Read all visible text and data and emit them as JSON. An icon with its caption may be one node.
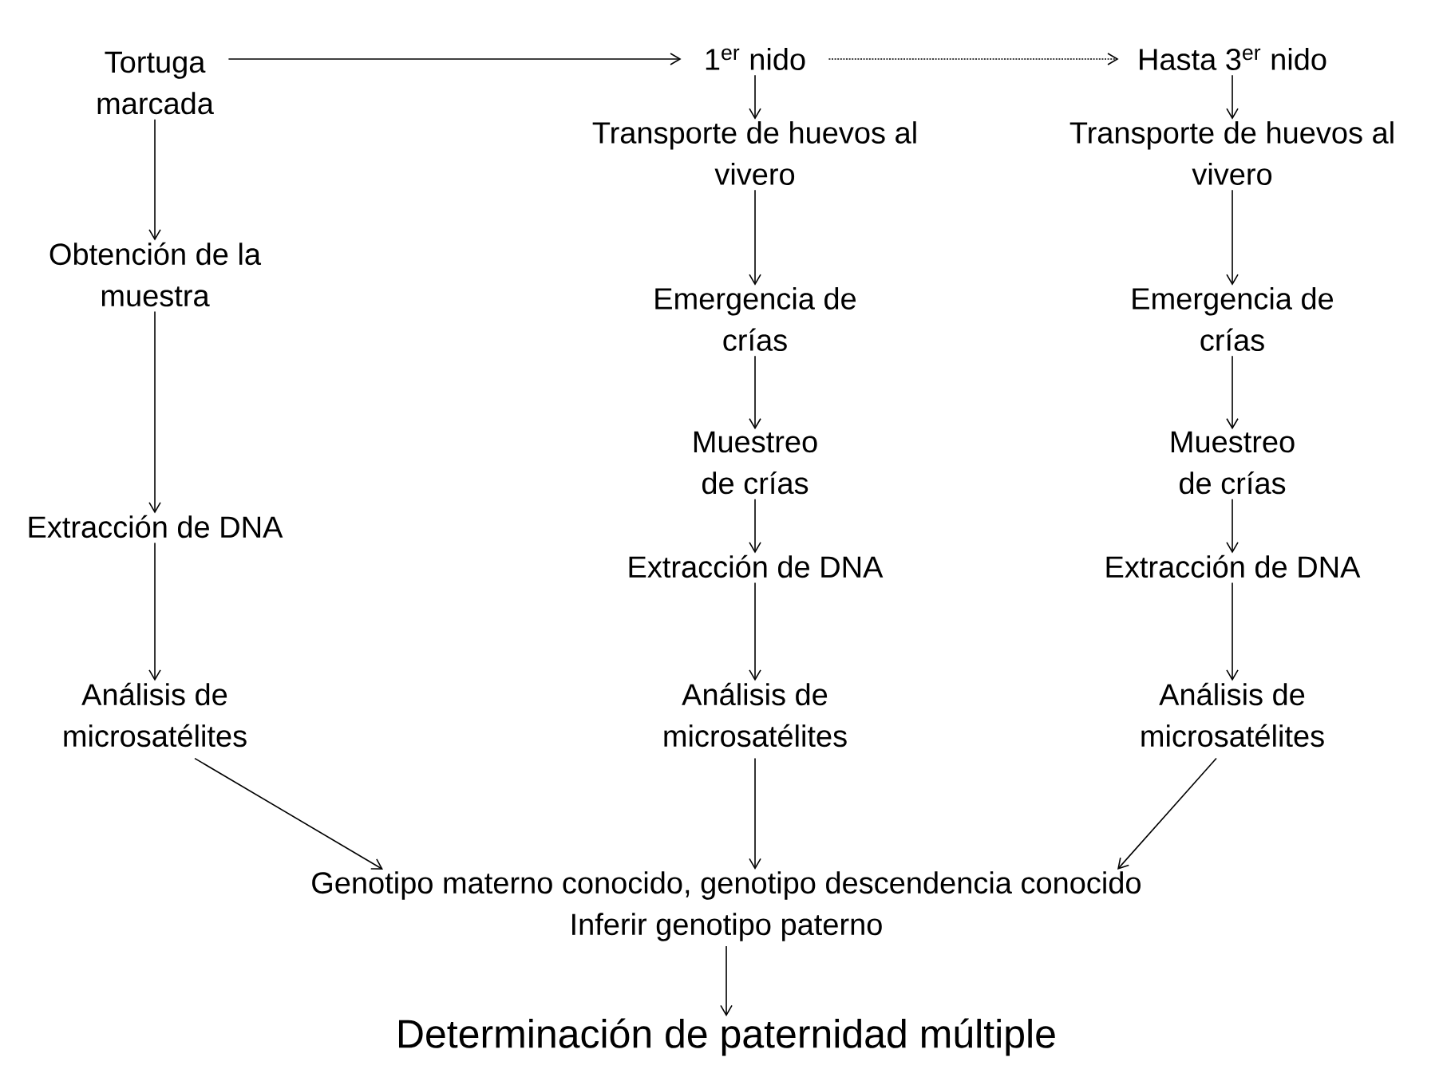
{
  "diagram": {
    "nodes": [
      {
        "text": [
          "Tortuga marcada"
        ]
      },
      {
        "text": [
          "1$^{er}$ nido"
        ]
      },
      {
        "text": [
          "Hasta 3$^{er}$ nido"
        ]
      },
      {
        "text": [
          "Transporte de huevos al vivero"
        ]
      },
      {
        "text": [
          "Transporte de huevos al vivero"
        ]
      },
      {
        "text": [
          "Obtención de la muestra"
        ]
      },
      {
        "text": [
          "Emergencia de crías"
        ]
      },
      {
        "text": [
          "Emergencia de crías"
        ]
      },
      {
        "text": [
          "Muestreo de crías"
        ]
      },
      {
        "text": [
          "Muestreo de crías"
        ]
      },
      {
        "text": [
          "Extracción de DNA"
        ]
      },
      {
        "text": [
          "Extracción de DNA"
        ]
      },
      {
        "text": [
          "Extracción de DNA"
        ]
      },
      {
        "text": [
          "Análisis de microsatélites"
        ]
      },
      {
        "text": [
          "Análisis de microsatélites"
        ]
      },
      {
        "text": [
          "Análisis de microsatélites"
        ]
      },
      {
        "text": [
          "Genotipo materno conocido, genotipo descendencia conocido",
          "Inferir genotipo paterno"
        ]
      },
      {
        "text": [
          "Determinación de paternidad múltiple"
        ]
      }
    ],
    "edges": [
      {
        "from": 0,
        "to": 1,
        "arrow": "to"
      },
      {
        "from": 1,
        "to": 2,
        "arrow": "to",
        "style": "dashed"
      },
      {
        "from": 0,
        "to": 5,
        "arrow": "to"
      },
      {
        "from": 5,
        "to": 10,
        "arrow": "to"
      },
      {
        "from": 10,
        "to": 15,
        "arrow": "to"
      },
      {
        "from": 15,
        "to": 16,
        "arrow": "to"
      },
      {
        "from": 1,
        "to": 3,
        "arrow": "to"
      },
      {
        "from": 3,
        "to": 6,
        "arrow": "to"
      },
      {
        "from": 6,
        "to": 8,
        "arrow": "to"
      },
      {
        "from": 8,
        "to": 11,
        "arrow": "to"
      },
      {
        "from": 11,
        "to": 13,
        "arrow": "to"
      },
      {
        "from": 13,
        "to": 16,
        "arrow": "to"
      },
      {
        "from": 2,
        "to": 4,
        "arrow": "to"
      },
      {
        "from": 4,
        "to": 7,
        "arrow": "to"
      },
      {
        "from": 7,
        "to": 9,
        "arrow": "to"
      },
      {
        "from": 9,
        "to": 12,
        "arrow": "to"
      },
      {
        "from": 12,
        "to": 14,
        "arrow": "to"
      },
      {
        "from": 14,
        "to": 16,
        "arrow": "to"
      },
      {
        "from": 16,
        "to": 17,
        "arrow": "to"
      }
    ]
  }
}
